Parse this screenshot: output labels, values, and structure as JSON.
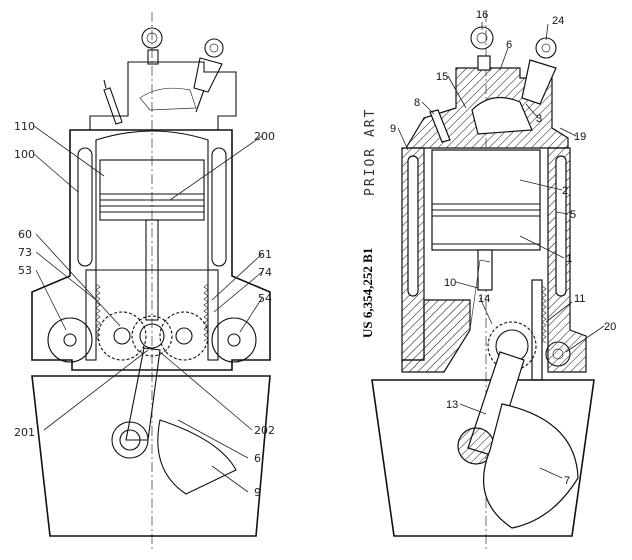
{
  "left_figure": {
    "labels": {
      "l110": "110",
      "l100": "100",
      "l200": "200",
      "l60": "60",
      "l73": "73",
      "l53": "53",
      "l61": "61",
      "l74": "74",
      "l54": "54",
      "l201": "201",
      "l202": "202",
      "l6": "6",
      "l9": "9"
    }
  },
  "right_figure": {
    "caption_vertical": "PRIOR ART",
    "patent_number": "US 6,354,252 B1",
    "labels": {
      "r16": "16",
      "r24": "24",
      "r6": "6",
      "r15": "15",
      "r8": "8",
      "r3": "3",
      "r9": "9",
      "r19": "19",
      "r2": "2",
      "r5": "5",
      "r1": "1",
      "r10": "10",
      "r14": "14",
      "r11": "11",
      "r20": "20",
      "r13": "13",
      "r7": "7"
    }
  }
}
